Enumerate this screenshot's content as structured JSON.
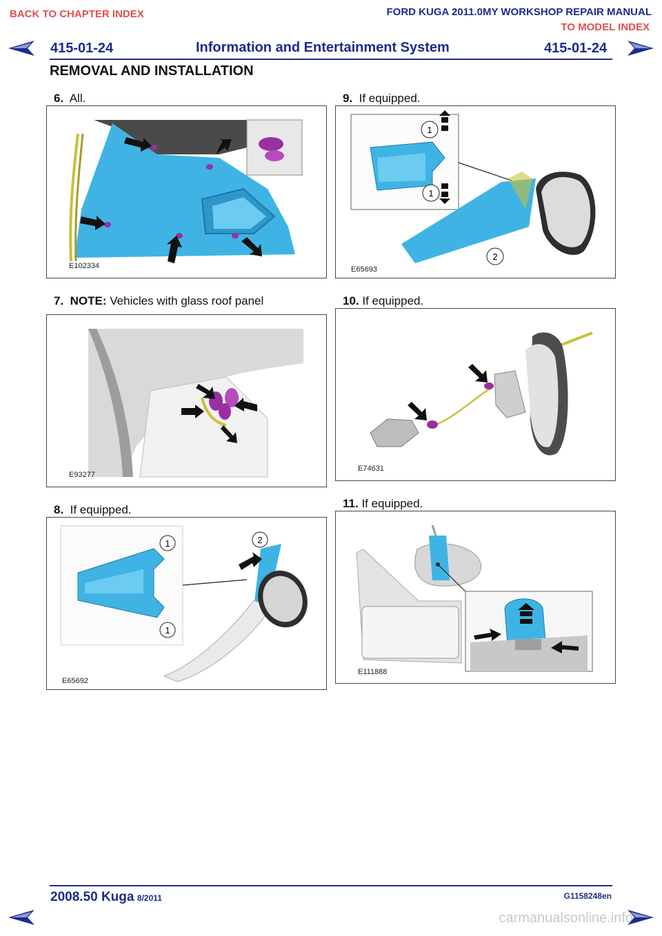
{
  "nav": {
    "back_chapter": "BACK TO CHAPTER INDEX",
    "manual_title": "FORD KUGA 2011.0MY WORKSHOP REPAIR MANUAL",
    "model_index": "TO MODEL INDEX"
  },
  "header": {
    "page_left": "415-01-24",
    "title": "Information and Entertainment System",
    "page_right": "415-01-24",
    "section": "REMOVAL AND INSTALLATION"
  },
  "steps": [
    {
      "num": "6.",
      "text": "All.",
      "figure": "E102334"
    },
    {
      "num": "7.",
      "note": "NOTE:",
      "text": "Vehicles with glass roof panel",
      "figure": "E93277"
    },
    {
      "num": "8.",
      "text": "If equipped.",
      "figure": "E65692"
    },
    {
      "num": "9.",
      "text": "If equipped.",
      "figure": "E65693"
    },
    {
      "num": "10.",
      "text": "If equipped.",
      "figure": "E74631"
    },
    {
      "num": "11.",
      "text": "If equipped.",
      "figure": "E111888"
    }
  ],
  "callouts": {
    "one": "1",
    "two": "2"
  },
  "footer": {
    "model": "2008.50 Kuga",
    "date": "8/2011",
    "code": "G1158248en",
    "watermark": "carmanualsonline.info"
  },
  "colors": {
    "nav_red": "#e0504f",
    "brand_blue": "#1a2c8c",
    "part_cyan": "#3fb4e4",
    "clip_purple": "#9a2fa0",
    "arrow_triangle": "#1a2c8c"
  },
  "icons": {
    "prev": "triangle-left-icon",
    "next": "triangle-right-icon"
  }
}
